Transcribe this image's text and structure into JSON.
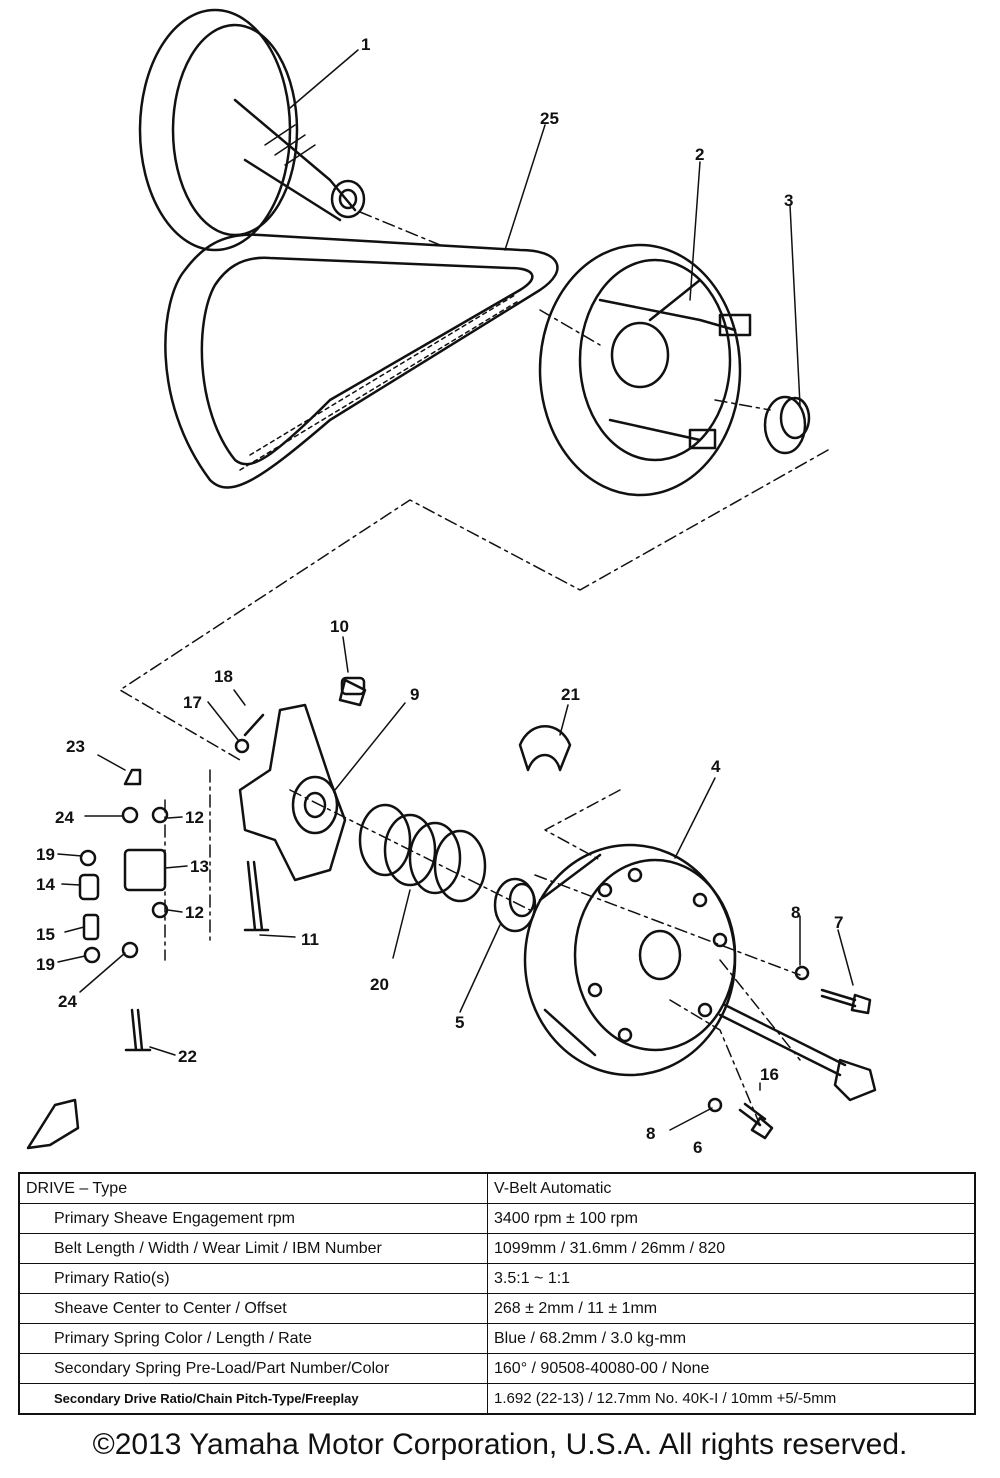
{
  "callouts": {
    "c1": "1",
    "c2": "2",
    "c3": "3",
    "c4": "4",
    "c5": "5",
    "c6": "6",
    "c7": "7",
    "c8a": "8",
    "c8b": "8",
    "c9": "9",
    "c10": "10",
    "c11": "11",
    "c12a": "12",
    "c12b": "12",
    "c13": "13",
    "c14": "14",
    "c15": "15",
    "c16": "16",
    "c17": "17",
    "c18": "18",
    "c19a": "19",
    "c19b": "19",
    "c20": "20",
    "c21": "21",
    "c22": "22",
    "c23": "23",
    "c24a": "24",
    "c24b": "24",
    "c25": "25"
  },
  "table": {
    "rows": [
      {
        "label": "DRIVE – Type",
        "value": "V-Belt Automatic"
      },
      {
        "label": "Primary Sheave Engagement rpm",
        "value": "3400 rpm ± 100 rpm"
      },
      {
        "label": "Belt Length / Width / Wear Limit / IBM Number",
        "value": "1099mm / 31.6mm / 26mm / 820"
      },
      {
        "label": "Primary Ratio(s)",
        "value": "3.5:1 ~ 1:1"
      },
      {
        "label": "Sheave Center to Center / Offset",
        "value": "268 ± 2mm / 11 ± 1mm"
      },
      {
        "label": "Primary Spring Color / Length / Rate",
        "value": "Blue / 68.2mm / 3.0 kg-mm"
      },
      {
        "label": "Secondary Spring Pre-Load/Part Number/Color",
        "value": "160° / 90508-40080-00 / None"
      },
      {
        "label": "Secondary Drive Ratio/Chain Pitch-Type/Freeplay",
        "value": "1.692 (22-13) / 12.7mm No. 40K-I / 10mm +5/-5mm"
      }
    ]
  },
  "copyright": "©2013 Yamaha Motor Corporation, U.S.A. All rights reserved."
}
